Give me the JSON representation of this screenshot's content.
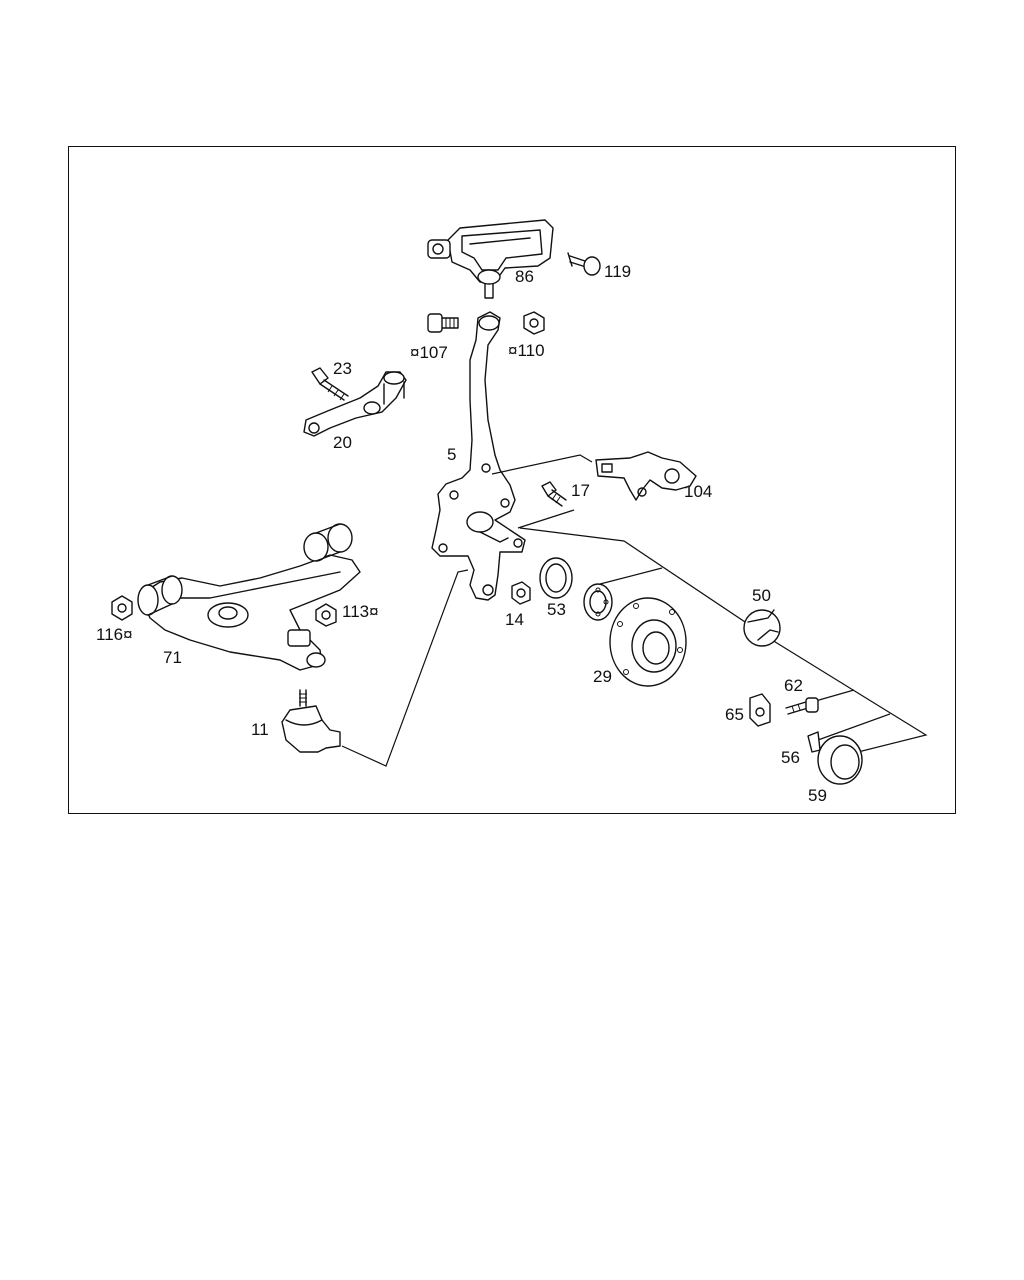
{
  "diagram": {
    "labels": [
      {
        "id": "86",
        "text": "86"
      },
      {
        "id": "119",
        "text": "119"
      },
      {
        "id": "107",
        "text": "¤107"
      },
      {
        "id": "110",
        "text": "¤110"
      },
      {
        "id": "23",
        "text": "23"
      },
      {
        "id": "20",
        "text": "20"
      },
      {
        "id": "5",
        "text": "5"
      },
      {
        "id": "17",
        "text": "17"
      },
      {
        "id": "104",
        "text": "104"
      },
      {
        "id": "113",
        "text": "113¤"
      },
      {
        "id": "116",
        "text": "116¤"
      },
      {
        "id": "71",
        "text": "71"
      },
      {
        "id": "14",
        "text": "14"
      },
      {
        "id": "53",
        "text": "53"
      },
      {
        "id": "50",
        "text": "50"
      },
      {
        "id": "29",
        "text": "29"
      },
      {
        "id": "62",
        "text": "62"
      },
      {
        "id": "65",
        "text": "65"
      },
      {
        "id": "11",
        "text": "11"
      },
      {
        "id": "56",
        "text": "56"
      },
      {
        "id": "59",
        "text": "59"
      }
    ]
  }
}
